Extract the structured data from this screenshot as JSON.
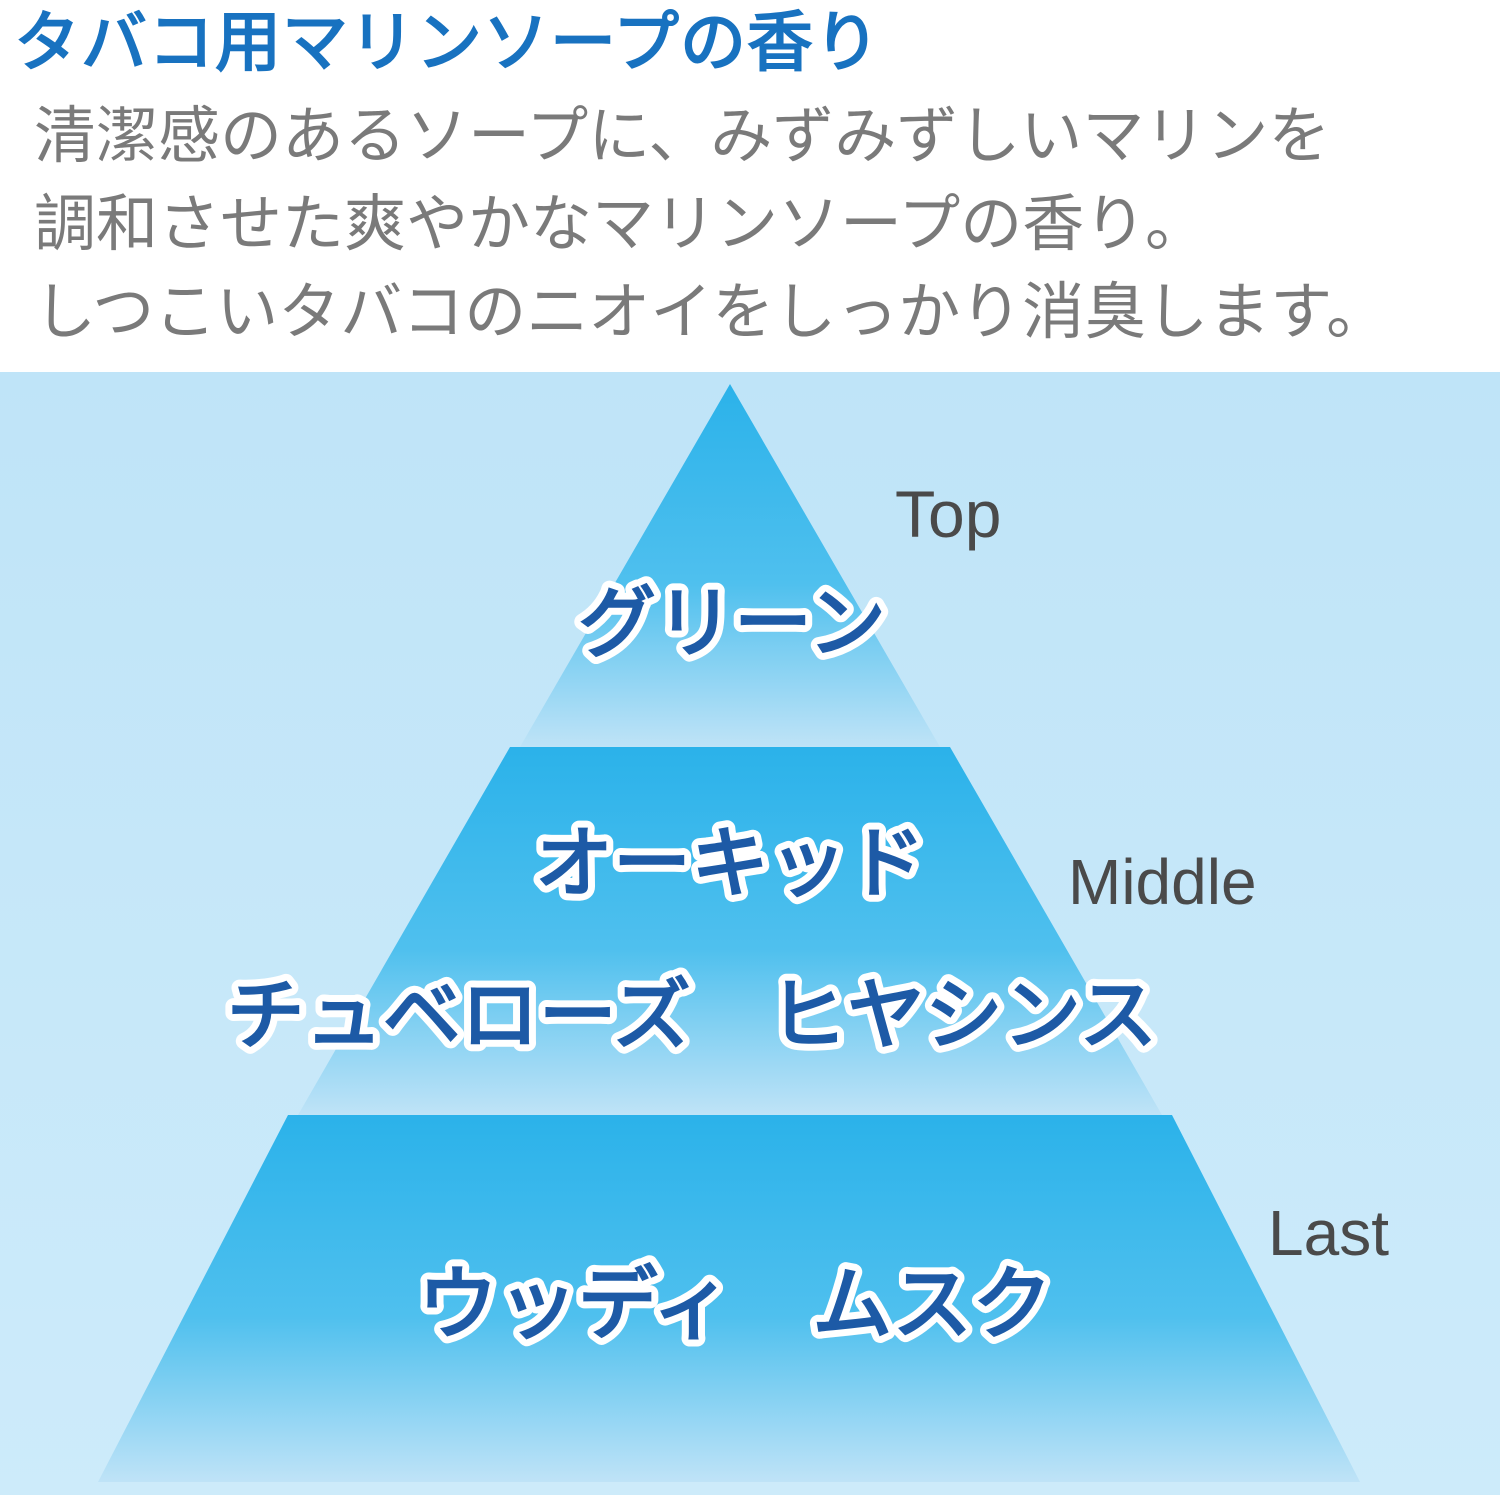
{
  "header": {
    "title": "タバコ用マリンソープの香り",
    "description_lines": [
      "清潔感のあるソープに、みずみずしいマリンを",
      "調和させた爽やかなマリンソープの香り。",
      "しつこいタバコのニオイをしっかり消臭します。"
    ]
  },
  "pyramid": {
    "levels": [
      {
        "label": "Top",
        "notes": [
          "グリーン"
        ]
      },
      {
        "label": "Middle",
        "notes": [
          "オーキッド",
          "チュベローズ　ヒヤシンス"
        ]
      },
      {
        "label": "Last",
        "notes": [
          "ウッディ　ムスク"
        ]
      }
    ]
  },
  "colors": {
    "title": "#1872c0",
    "description": "#7a7a7a",
    "background": "#c3e6f8",
    "tier_top": "#2bb2ea",
    "tier_bottom": "#bfe3f7",
    "note_text": "#1d5aa6",
    "level_label": "#4a4a4a"
  }
}
